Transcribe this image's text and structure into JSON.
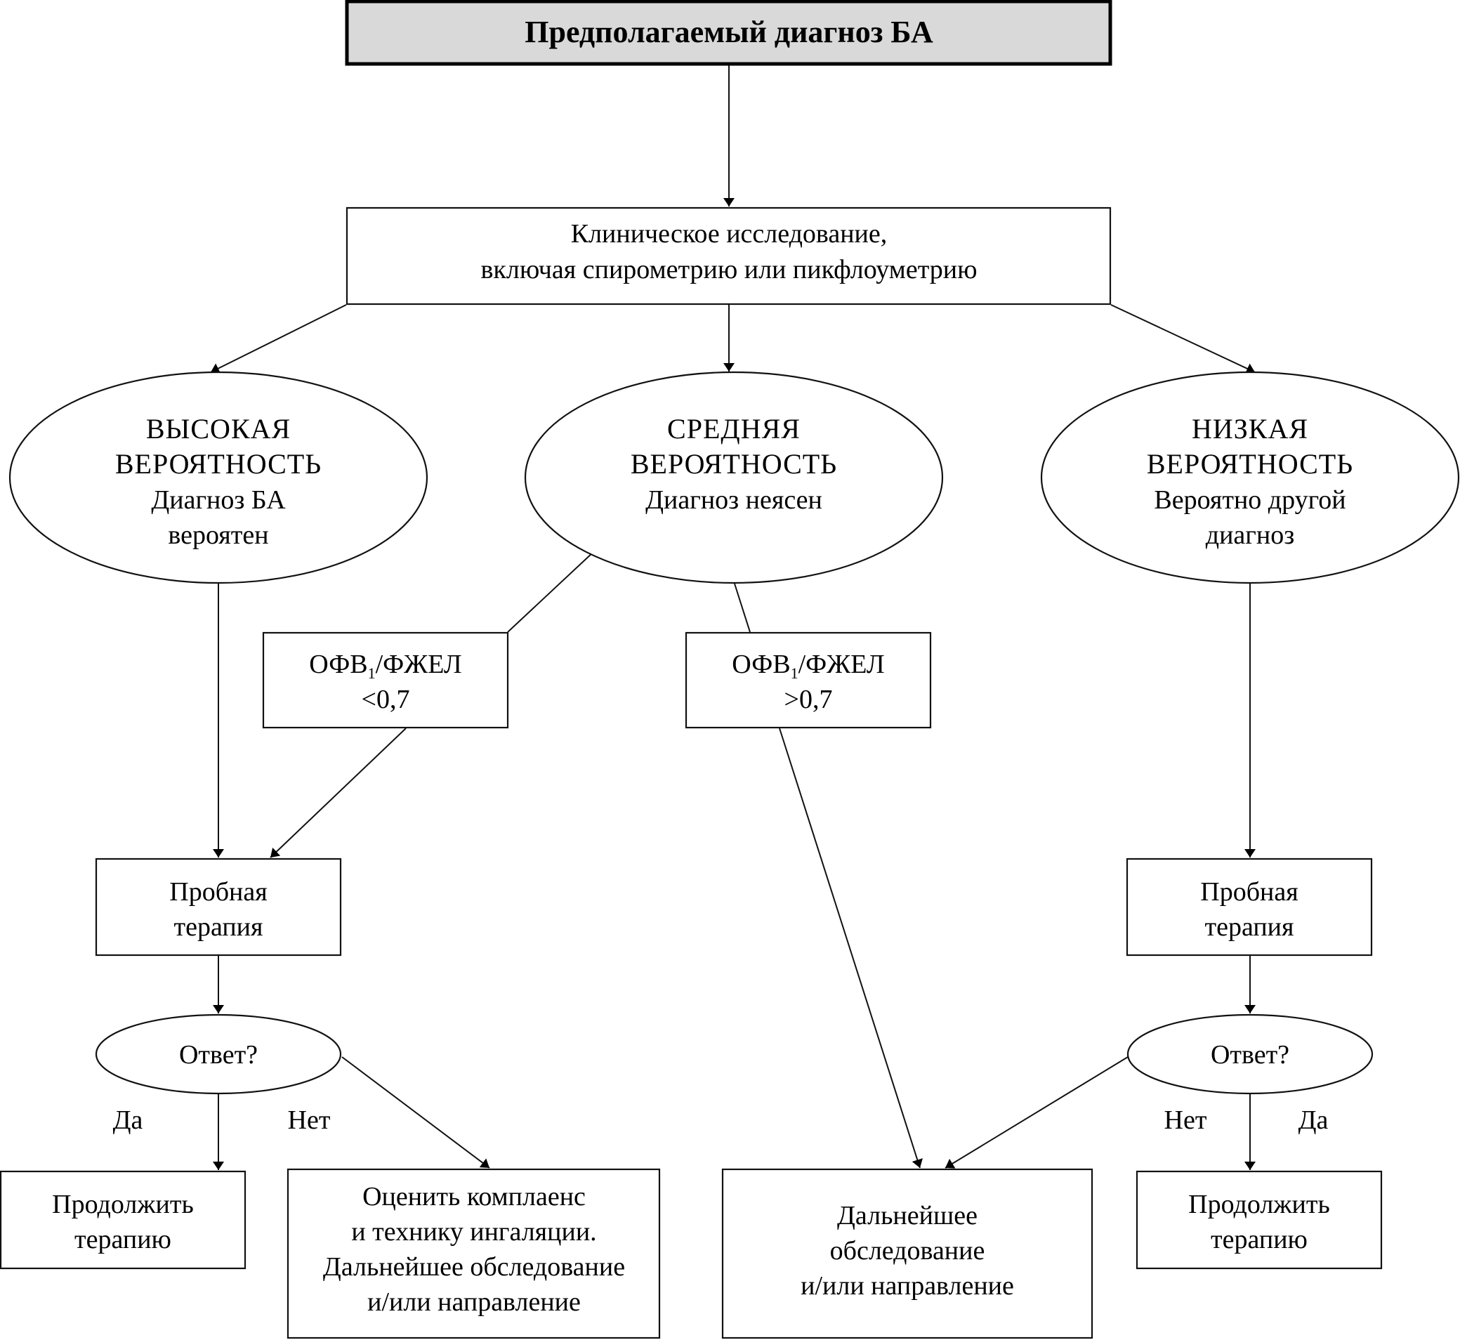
{
  "diagram": {
    "title": "Предполагаемый диагноз БА",
    "clinical": {
      "line1": "Клиническое исследование,",
      "line2": "включая спирометрию или пикфлоуметрию"
    },
    "probability": {
      "high": {
        "line1": "ВЫСОКАЯ",
        "line2": "ВЕРОЯТНОСТЬ",
        "line3": "Диагноз БА",
        "line4": "вероятен"
      },
      "medium": {
        "line1": "СРЕДНЯЯ",
        "line2": "ВЕРОЯТНОСТЬ",
        "line3": "Диагноз неясен"
      },
      "low": {
        "line1": "НИЗКАЯ",
        "line2": "ВЕРОЯТНОСТЬ",
        "line3": "Вероятно другой",
        "line4": "диагноз"
      }
    },
    "fev_low": {
      "prefix": "ОФВ",
      "sub": "1",
      "suffix": "/ФЖЕЛ",
      "value": "<0,7"
    },
    "fev_high": {
      "prefix": "ОФВ",
      "sub": "1",
      "suffix": "/ФЖЕЛ",
      "value": ">0,7"
    },
    "trial_left": {
      "line1": "Пробная",
      "line2": "терапия"
    },
    "trial_right": {
      "line1": "Пробная",
      "line2": "терапия"
    },
    "response_left": "Ответ?",
    "response_right": "Ответ?",
    "labels": {
      "yes": "Да",
      "no": "Нет"
    },
    "continue_left": {
      "line1": "Продолжить",
      "line2": "терапию"
    },
    "continue_right": {
      "line1": "Продолжить",
      "line2": "терапию"
    },
    "assess": {
      "line1": "Оценить комплаенс",
      "line2": "и технику ингаляции.",
      "line3": "Дальнейшее обследование",
      "line4": "и/или направление"
    },
    "further": {
      "line1": "Дальнейшее",
      "line2": "обследование",
      "line3": "и/или направление"
    }
  }
}
